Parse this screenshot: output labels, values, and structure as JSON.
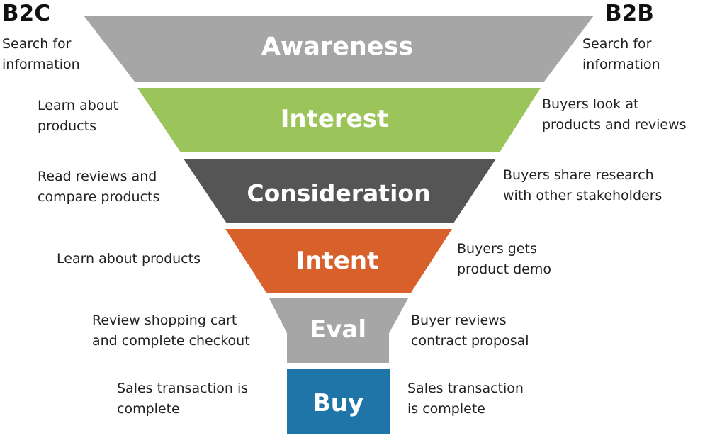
{
  "headers": {
    "left": "B2C",
    "right": "B2B"
  },
  "colors": {
    "awareness": "#a6a6a6",
    "interest": "#9bc55a",
    "consideration": "#555555",
    "intent": "#d8602a",
    "eval": "#a6a6a6",
    "buy": "#1f74a8",
    "label_text": "#ffffff"
  },
  "stages": [
    {
      "name": "Awareness",
      "b2c": [
        "Search for",
        "information"
      ],
      "b2b": [
        "Search for",
        "information"
      ]
    },
    {
      "name": "Interest",
      "b2c": [
        "Learn about",
        "products"
      ],
      "b2b": [
        "Buyers look at",
        "products and reviews"
      ]
    },
    {
      "name": "Consideration",
      "b2c": [
        "Read reviews and",
        "compare products"
      ],
      "b2b": [
        "Buyers share research",
        "with other stakeholders"
      ]
    },
    {
      "name": "Intent",
      "b2c": [
        "Learn about products"
      ],
      "b2b": [
        "Buyers gets",
        "product demo"
      ]
    },
    {
      "name": "Eval",
      "b2c": [
        "Review shopping cart",
        "and complete checkout"
      ],
      "b2b": [
        "Buyer reviews",
        "contract proposal"
      ]
    },
    {
      "name": "Buy",
      "b2c": [
        "Sales transaction is",
        "complete"
      ],
      "b2b": [
        "Sales transaction",
        "is complete"
      ]
    }
  ]
}
